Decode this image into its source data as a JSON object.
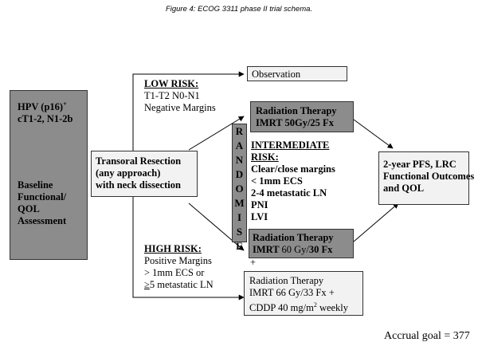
{
  "caption": "Figure 4: ECOG 3311 phase II trial schema.",
  "baseline": {
    "hpv_line1": "HPV (p16)",
    "hpv_sup": "+",
    "hpv_line2": "cT1-2, N1-2b",
    "baseline_lines": [
      "Baseline",
      "Functional/",
      "QOL",
      "Assessment"
    ]
  },
  "surgery": {
    "lines": [
      "Transoral Resection",
      "(any approach)",
      "with neck dissection"
    ]
  },
  "randomise": {
    "letters": [
      "R",
      "A",
      "N",
      "D",
      "O",
      "M",
      "I",
      "S",
      "E"
    ]
  },
  "low_risk": {
    "title": "LOW RISK:",
    "lines": [
      "T1-T2 N0-N1",
      "Negative Margins"
    ]
  },
  "observation": "Observation",
  "intermediate_risk": {
    "title_line1": "INTERMEDIATE",
    "title_line2": "RISK:",
    "criteria": [
      "Clear/close margins",
      "< 1mm ECS",
      "2-4 metastatic LN",
      "PNI",
      "LVI"
    ]
  },
  "rt_50": {
    "line1": "Radiation Therapy",
    "line2": "IMRT 50Gy/25 Fx"
  },
  "rt_60": {
    "line1": "Radiation Therapy",
    "line2_a": "IMRT ",
    "line2_b": "60 Gy/",
    "line2_c": "30 Fx",
    "plus": "+"
  },
  "high_risk": {
    "title": "HIGH RISK:",
    "lines": [
      "Positive Margins",
      "> 1mm ECS or"
    ],
    "ln_prefix": "≥",
    "ln_text": "5 metastatic LN"
  },
  "rt_66": {
    "line1": "Radiation Therapy",
    "line2": "IMRT 66 Gy/33 Fx +",
    "line3_a": "CDDP 40 mg/m",
    "line3_sup": "2",
    "line3_b": " weekly"
  },
  "outcomes": {
    "lines": [
      "2-year PFS, LRC",
      "Functional  Outcomes",
      "and QOL"
    ]
  },
  "accrual": "Accrual goal = 377",
  "colors": {
    "dark_box": "#8c8c8c",
    "light_box": "#f2f2f2",
    "border": "#333333"
  }
}
